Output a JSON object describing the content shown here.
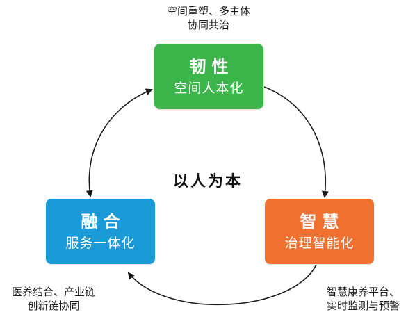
{
  "center": {
    "label": "以人为本"
  },
  "nodes": {
    "top": {
      "title": "韧性",
      "subtitle": "空间人本化",
      "caption_lines": [
        "空间重塑、多主体",
        "协同共治"
      ]
    },
    "right": {
      "title": "智慧",
      "subtitle": "治理智能化",
      "caption_lines": [
        "智慧康养平台、",
        "实时监测与预警"
      ]
    },
    "left": {
      "title": "融合",
      "subtitle": "服务一体化",
      "caption_lines": [
        "医养结合、产业链",
        "创新链协同"
      ]
    }
  },
  "colors": {
    "top": "#3cb54a",
    "right": "#f07030",
    "left": "#1a9ad7",
    "arrow": "#1a1a1a"
  }
}
